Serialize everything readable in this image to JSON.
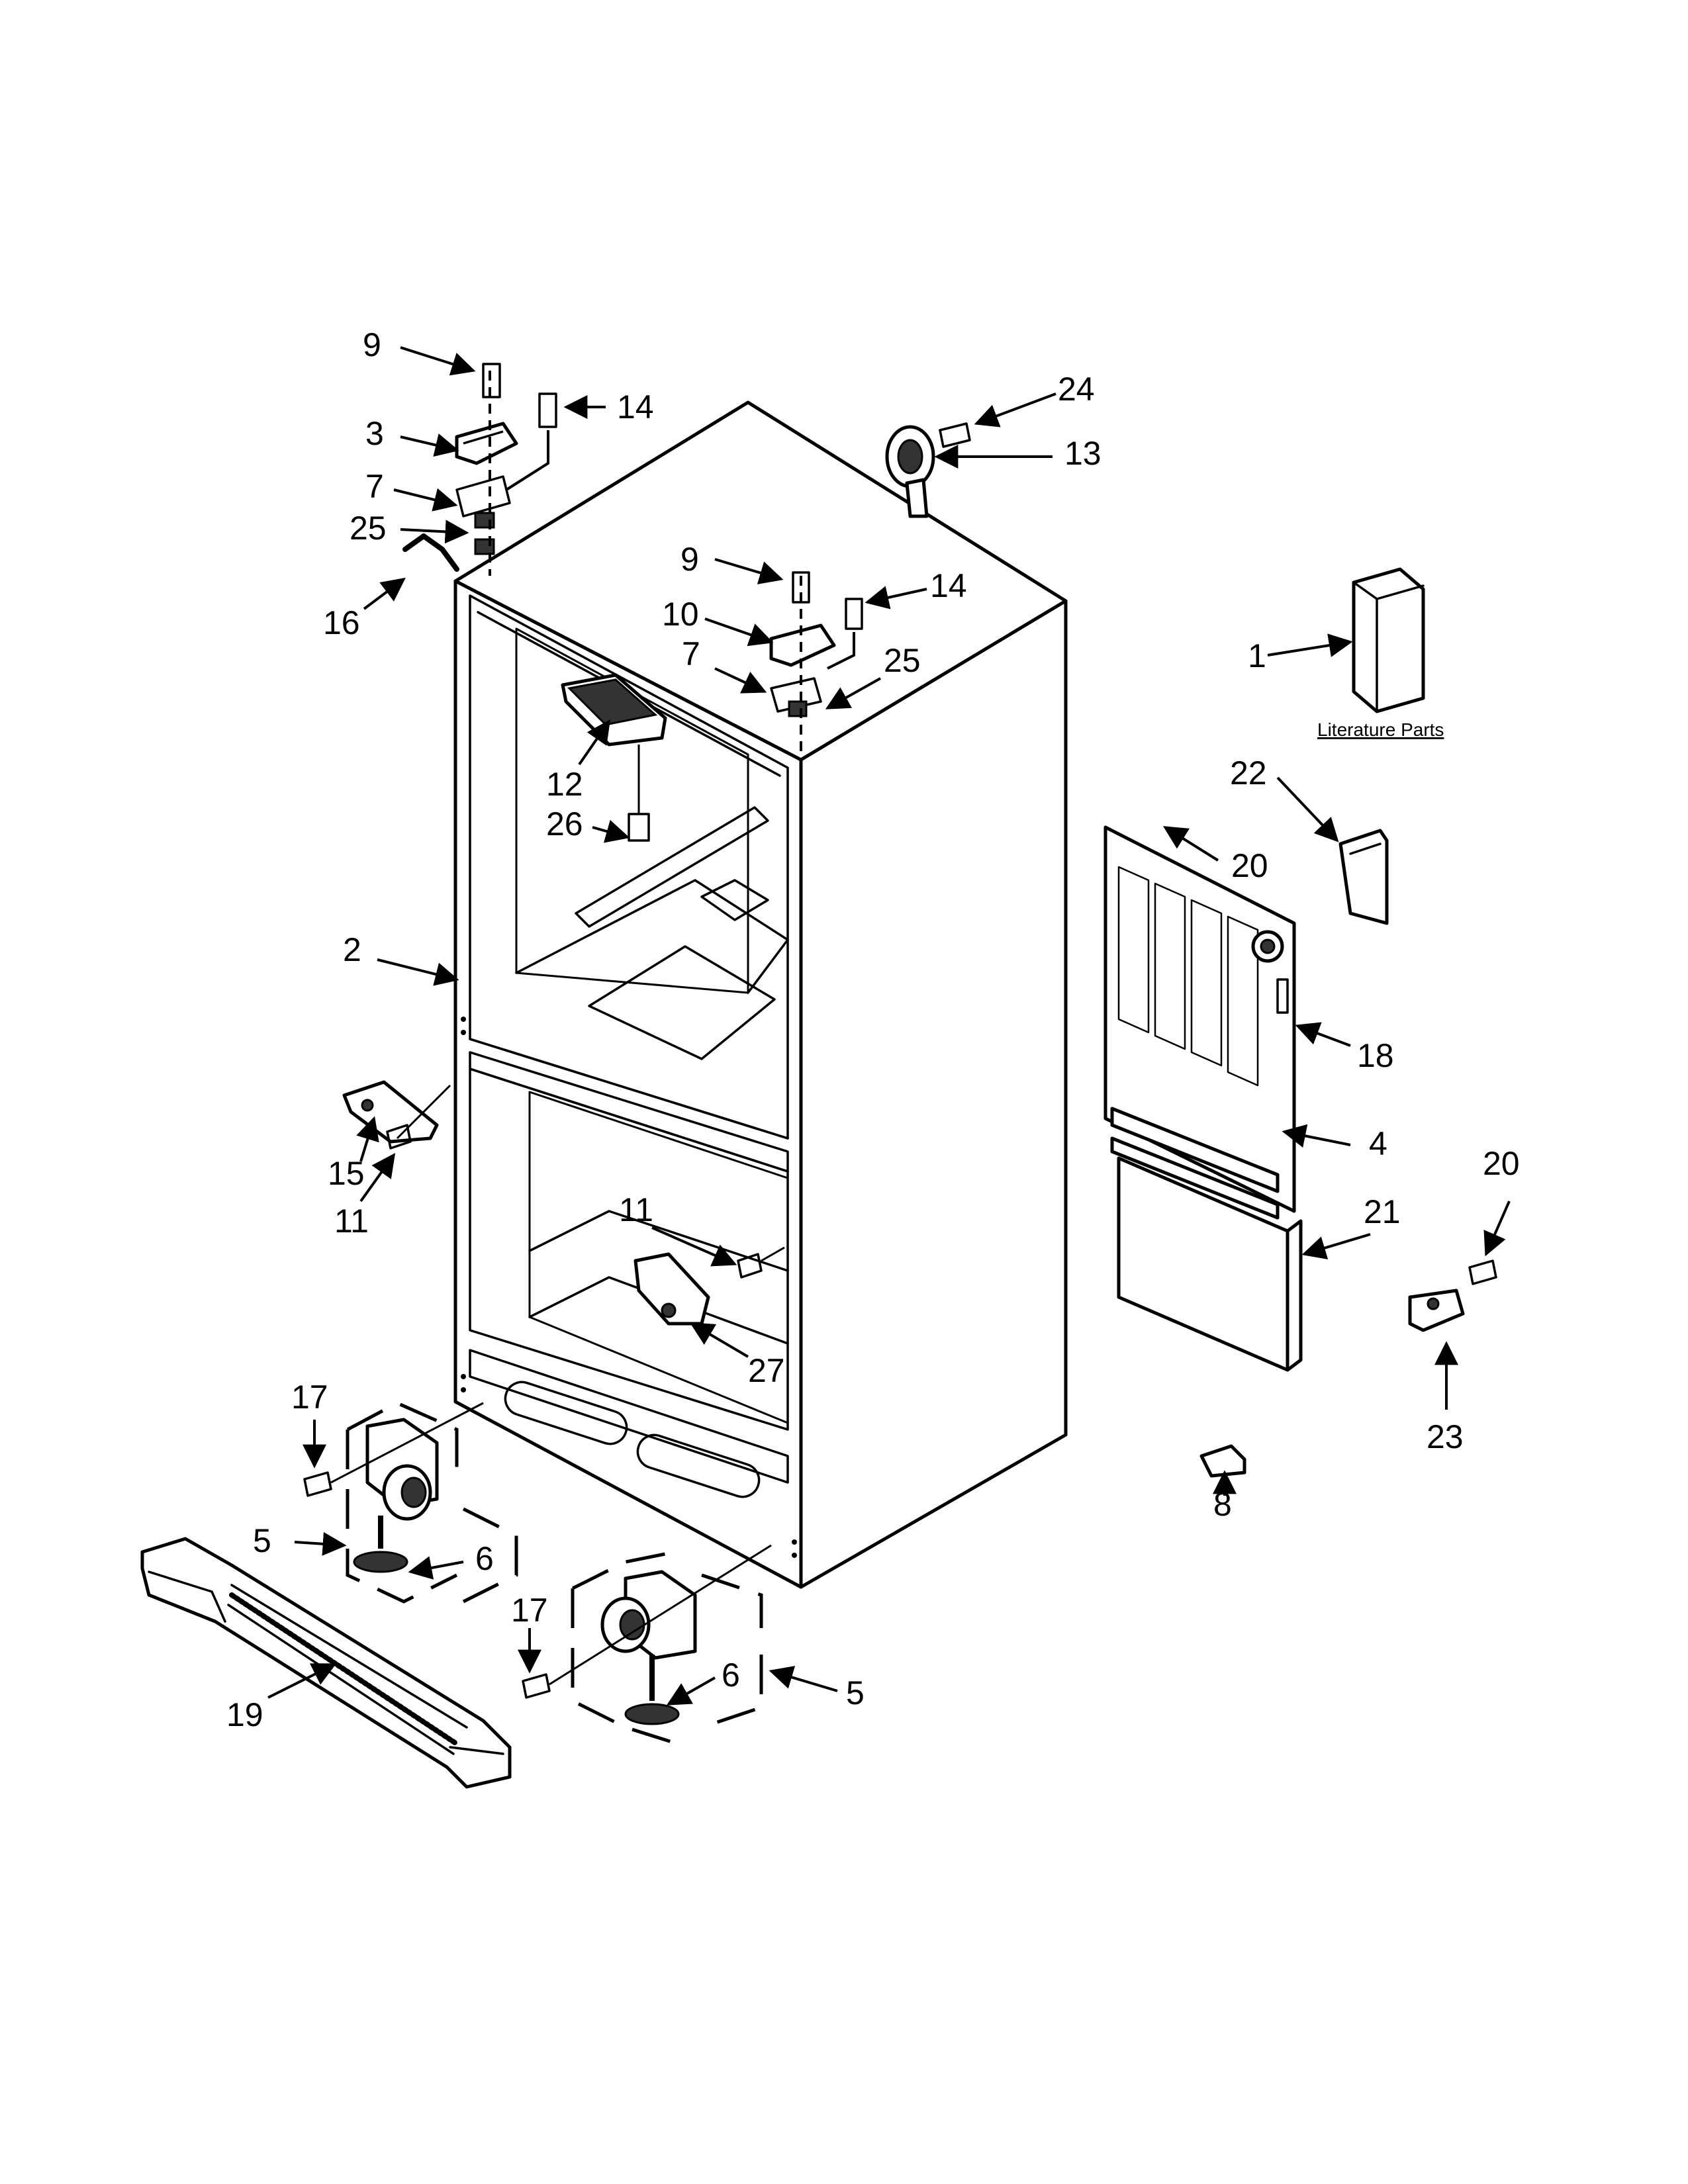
{
  "diagram": {
    "literature_label": "Literature Parts",
    "callouts": [
      {
        "id": "c9a",
        "text": "9"
      },
      {
        "id": "c14a",
        "text": "14"
      },
      {
        "id": "c3",
        "text": "3"
      },
      {
        "id": "c7a",
        "text": "7"
      },
      {
        "id": "c25a",
        "text": "25"
      },
      {
        "id": "c16",
        "text": "16"
      },
      {
        "id": "c24",
        "text": "24"
      },
      {
        "id": "c13",
        "text": "13"
      },
      {
        "id": "c9b",
        "text": "9"
      },
      {
        "id": "c14b",
        "text": "14"
      },
      {
        "id": "c10",
        "text": "10"
      },
      {
        "id": "c7b",
        "text": "7"
      },
      {
        "id": "c25b",
        "text": "25"
      },
      {
        "id": "c1",
        "text": "1"
      },
      {
        "id": "c12",
        "text": "12"
      },
      {
        "id": "c26",
        "text": "26"
      },
      {
        "id": "c22",
        "text": "22"
      },
      {
        "id": "c20a",
        "text": "20"
      },
      {
        "id": "c2",
        "text": "2"
      },
      {
        "id": "c18",
        "text": "18"
      },
      {
        "id": "c4",
        "text": "4"
      },
      {
        "id": "c15",
        "text": "15"
      },
      {
        "id": "c11a",
        "text": "11"
      },
      {
        "id": "c20b",
        "text": "20"
      },
      {
        "id": "c21",
        "text": "21"
      },
      {
        "id": "c11b",
        "text": "11"
      },
      {
        "id": "c27",
        "text": "27"
      },
      {
        "id": "c23",
        "text": "23"
      },
      {
        "id": "c17a",
        "text": "17"
      },
      {
        "id": "c8",
        "text": "8"
      },
      {
        "id": "c5a",
        "text": "5"
      },
      {
        "id": "c6a",
        "text": "6"
      },
      {
        "id": "c17b",
        "text": "17"
      },
      {
        "id": "c6b",
        "text": "6"
      },
      {
        "id": "c5b",
        "text": "5"
      },
      {
        "id": "c19",
        "text": "19"
      }
    ]
  }
}
